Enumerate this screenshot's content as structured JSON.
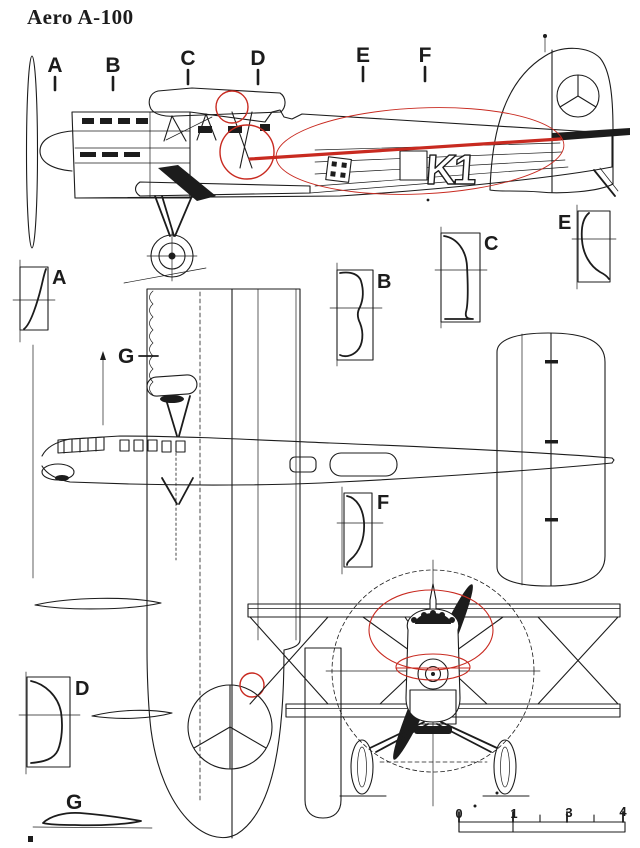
{
  "title": "Aero A-100",
  "colors": {
    "ink": "#1c1c1c",
    "red": "#c82a20",
    "paper": "#ffffff"
  },
  "station_markers": [
    {
      "label": "A"
    },
    {
      "label": "B"
    },
    {
      "label": "C"
    },
    {
      "label": "D"
    },
    {
      "label": "E"
    },
    {
      "label": "F"
    }
  ],
  "sections": {
    "a": "A",
    "b": "B",
    "c": "C",
    "d": "D",
    "e": "E",
    "f": "F"
  },
  "slat_pointer_label": "G",
  "airfoil_label": "G",
  "fuselage_code": "K1",
  "scale_bar": {
    "labels": [
      "0",
      "1",
      "3",
      "4"
    ]
  }
}
